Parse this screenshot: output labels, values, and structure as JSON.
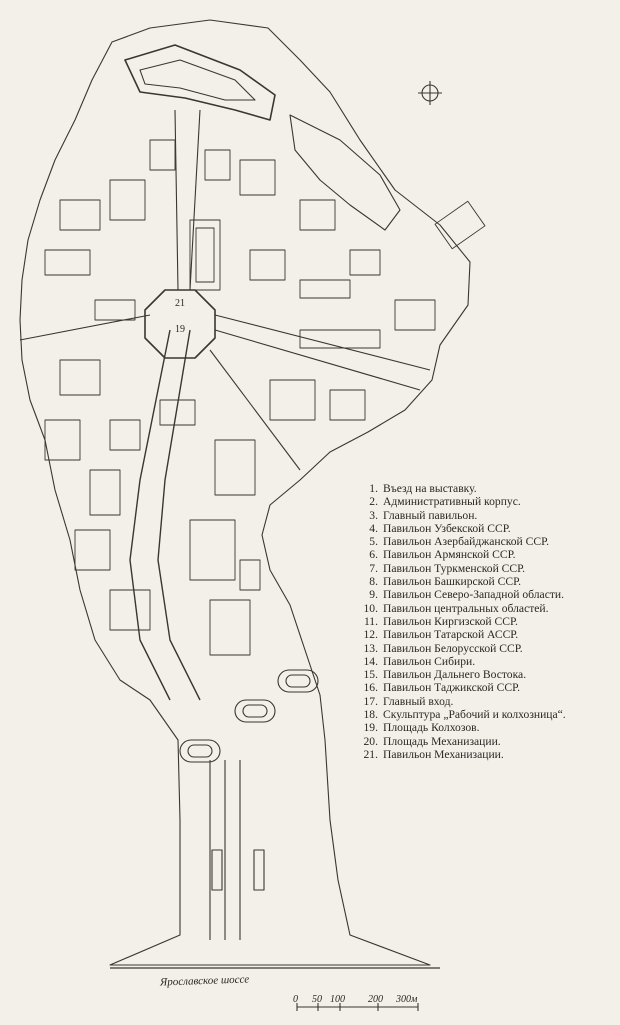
{
  "map": {
    "road_label": "Ярославское шоссе",
    "pavilion_labels": [
      {
        "id": "plaza-center-top",
        "text": "21"
      },
      {
        "id": "plaza-center-bottom",
        "text": "19"
      }
    ],
    "north_symbol": "compass-icon"
  },
  "scale_bar": {
    "ticks": [
      "0",
      "50",
      "100",
      "200",
      "300м"
    ]
  },
  "legend": [
    {
      "num": "1.",
      "text": "Въезд на выставку."
    },
    {
      "num": "2.",
      "text": "Административный корпус."
    },
    {
      "num": "3.",
      "text": "Главный павильон."
    },
    {
      "num": "4.",
      "text": "Павильон Узбекской ССР."
    },
    {
      "num": "5.",
      "text": "Павильон Азербайджанской ССР."
    },
    {
      "num": "6.",
      "text": "Павильон Армянской ССР."
    },
    {
      "num": "7.",
      "text": "Павильон Туркменской ССР."
    },
    {
      "num": "8.",
      "text": "Павильон Башкирской ССР."
    },
    {
      "num": "9.",
      "text": "Павильон Северо-Западной области."
    },
    {
      "num": "10.",
      "text": "Павильон центральных областей."
    },
    {
      "num": "11.",
      "text": "Павильон Киргизской ССР."
    },
    {
      "num": "12.",
      "text": "Павильон Татарской АССР."
    },
    {
      "num": "13.",
      "text": "Павильон Белорусской ССР."
    },
    {
      "num": "14.",
      "text": "Павильон Сибири."
    },
    {
      "num": "15.",
      "text": "Павильон Дальнего Востока."
    },
    {
      "num": "16.",
      "text": "Павильон Таджикской ССР."
    },
    {
      "num": "17.",
      "text": "Главный вход."
    },
    {
      "num": "18.",
      "text": "Скульптура „Рабочий и колхозница“."
    },
    {
      "num": "19.",
      "text": "Площадь Колхозов."
    },
    {
      "num": "20.",
      "text": "Площадь Механизации."
    },
    {
      "num": "21.",
      "text": "Павильон Механизации."
    }
  ]
}
